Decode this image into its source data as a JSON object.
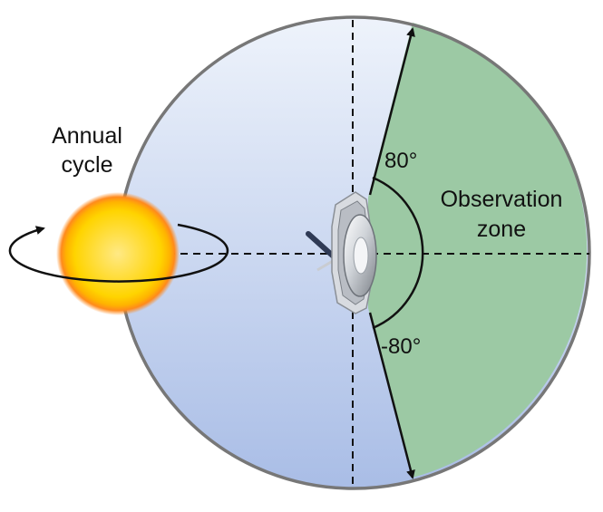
{
  "labels": {
    "annual_line1": "Annual",
    "annual_line2": "cycle",
    "angle_top": "80°",
    "angle_bottom": "-80°",
    "zone_line1": "Observation",
    "zone_line2": "zone"
  },
  "colors": {
    "sky_top": "#eef3fb",
    "sky_bottom": "#a9bde6",
    "zone": "#9cc9a4",
    "outline": "#777777",
    "sun_core": "#ffe27a",
    "sun_mid": "#ffd400",
    "sun_glow": "#ff8a1c"
  },
  "icons": {
    "sun": "sun-icon",
    "orbit_arrow": "orbit-arrow-icon",
    "telescope": "telescope-icon"
  }
}
